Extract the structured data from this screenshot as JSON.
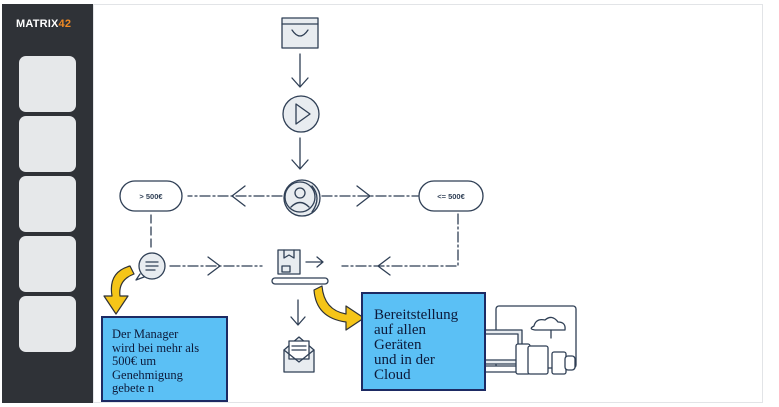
{
  "brand": {
    "name_main": "MATRIX",
    "name_accent": "42",
    "accent_color": "#f08a24"
  },
  "sidebar": {
    "tile_count": 5
  },
  "diagram": {
    "left_condition": "> 500€",
    "right_condition": "<= 500€",
    "nodes": [
      "shopping-bag-icon",
      "play-icon",
      "coin-person-icon",
      "chat-icon",
      "box-conveyor-icon",
      "envelope-icon",
      "devices-cloud-icon"
    ]
  },
  "notes": {
    "manager": [
      "Der Manager",
      "wird bei mehr als",
      "500€ um",
      "Genehmigung",
      "gebete n"
    ],
    "provisioning": [
      "Bereitstellung",
      "auf allen",
      "Geräten",
      "und in der",
      "Cloud"
    ]
  },
  "colors": {
    "sidebar": "#2f3237",
    "line": "#2f3f55",
    "note_fill": "#5bc0f5",
    "note_border": "#1d2a63",
    "arrow_yellow": "#f5c518"
  }
}
